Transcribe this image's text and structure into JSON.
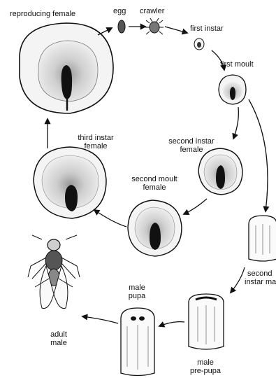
{
  "diagram": {
    "title": "",
    "stages": {
      "reproducing_female": "reproducing female",
      "egg": "egg",
      "crawler": "crawler",
      "first_instar": "first instar",
      "first_moult": "first moult",
      "second_instar_female": [
        "second instar",
        "female"
      ],
      "second_moult_female": [
        "second moult",
        "female"
      ],
      "third_instar_female": [
        "third instar",
        "female"
      ],
      "second_instar_male": [
        "second",
        "instar mal"
      ],
      "male_pre_pupa": [
        "male",
        "pre-pupa"
      ],
      "male_pupa": [
        "male",
        "pupa"
      ],
      "adult_male": [
        "adult",
        "male"
      ]
    },
    "colors": {
      "ink": "#111111",
      "body": "#1a1a1a",
      "shade": "#bdbdbd",
      "scale": "#e6e6e6"
    }
  }
}
